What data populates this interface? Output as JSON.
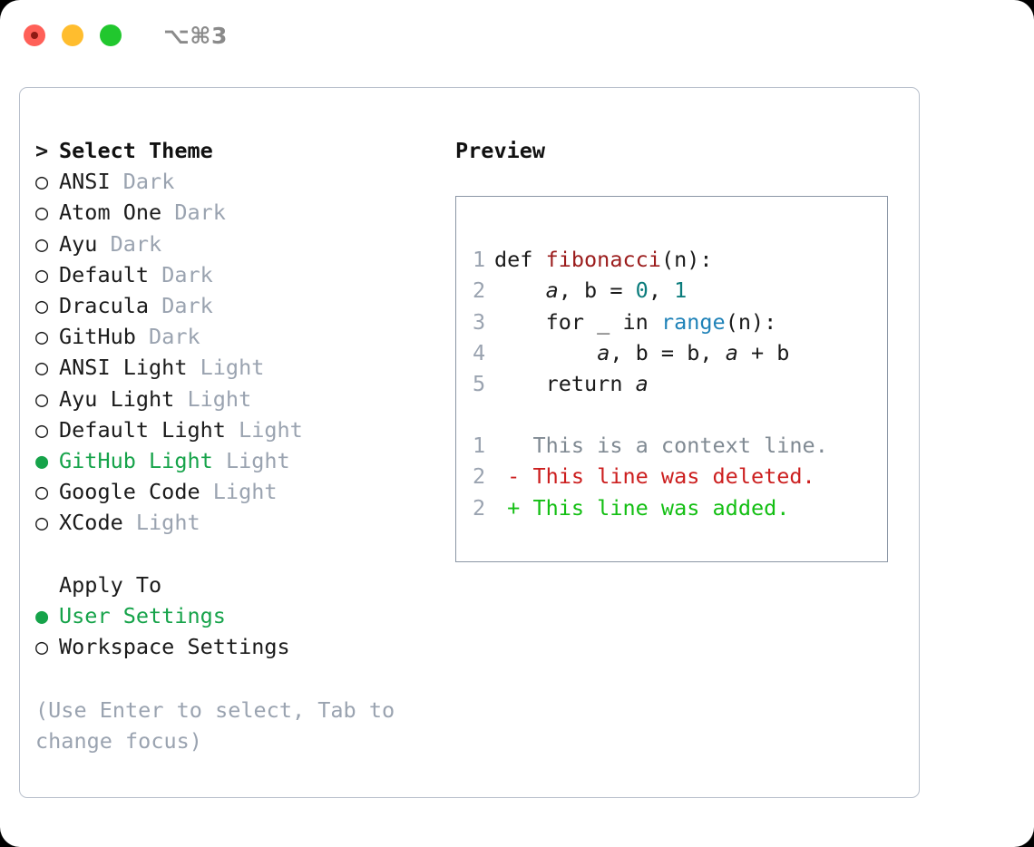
{
  "window": {
    "shortcut": "⌥⌘3",
    "traffic_lights": [
      "close",
      "minimize",
      "zoom"
    ],
    "accent_selected": "#16a34a",
    "border_color": "#b9c0cc",
    "muted_color": "#9aa3b0"
  },
  "theme_picker": {
    "heading_prefix": ">",
    "heading": "Select Theme",
    "marker_unselected": "○",
    "marker_selected": "●",
    "items": [
      {
        "name": "ANSI",
        "variant": "Dark",
        "selected": false
      },
      {
        "name": "Atom One",
        "variant": "Dark",
        "selected": false
      },
      {
        "name": "Ayu",
        "variant": "Dark",
        "selected": false
      },
      {
        "name": "Default",
        "variant": "Dark",
        "selected": false
      },
      {
        "name": "Dracula",
        "variant": "Dark",
        "selected": false
      },
      {
        "name": "GitHub",
        "variant": "Dark",
        "selected": false
      },
      {
        "name": "ANSI Light",
        "variant": "Light",
        "selected": false
      },
      {
        "name": "Ayu Light",
        "variant": "Light",
        "selected": false
      },
      {
        "name": "Default Light",
        "variant": "Light",
        "selected": false
      },
      {
        "name": "GitHub Light",
        "variant": "Light",
        "selected": true
      },
      {
        "name": "Google Code",
        "variant": "Light",
        "selected": false
      },
      {
        "name": "XCode",
        "variant": "Light",
        "selected": false
      }
    ]
  },
  "apply_to": {
    "heading": "Apply To",
    "items": [
      {
        "name": "User Settings",
        "selected": true
      },
      {
        "name": "Workspace Settings",
        "selected": false
      }
    ]
  },
  "hint": "(Use Enter to select, Tab to change focus)",
  "preview": {
    "title": "Preview",
    "code": [
      {
        "num": "1",
        "tokens": [
          {
            "t": "def ",
            "c": "plain"
          },
          {
            "t": "fibonacci",
            "c": "fn"
          },
          {
            "t": "(n):",
            "c": "plain"
          }
        ]
      },
      {
        "num": "2",
        "tokens": [
          {
            "t": "    ",
            "c": "plain"
          },
          {
            "t": "a",
            "c": "var"
          },
          {
            "t": ", ",
            "c": "plain"
          },
          {
            "t": "b",
            "c": "plain"
          },
          {
            "t": " = ",
            "c": "plain"
          },
          {
            "t": "0",
            "c": "num"
          },
          {
            "t": ", ",
            "c": "plain"
          },
          {
            "t": "1",
            "c": "num"
          }
        ]
      },
      {
        "num": "3",
        "tokens": [
          {
            "t": "    for _ in ",
            "c": "plain"
          },
          {
            "t": "range",
            "c": "built"
          },
          {
            "t": "(n):",
            "c": "plain"
          }
        ]
      },
      {
        "num": "4",
        "tokens": [
          {
            "t": "        ",
            "c": "plain"
          },
          {
            "t": "a",
            "c": "var"
          },
          {
            "t": ", b = b, ",
            "c": "plain"
          },
          {
            "t": "a",
            "c": "var"
          },
          {
            "t": " + b",
            "c": "plain"
          }
        ]
      },
      {
        "num": "5",
        "tokens": [
          {
            "t": "    return ",
            "c": "plain"
          },
          {
            "t": "a",
            "c": "var"
          }
        ]
      }
    ],
    "diff": [
      {
        "num": "1",
        "sign": " ",
        "text": "This is a context line.",
        "kind": "ctx"
      },
      {
        "num": "2",
        "sign": "-",
        "text": "This line was deleted.",
        "kind": "del"
      },
      {
        "num": "2",
        "sign": "+",
        "text": "This line was added.",
        "kind": "add"
      }
    ]
  },
  "syntax_colors": {
    "function": "#9b1c1c",
    "number": "#0b7c7c",
    "builtin": "#1f82b8",
    "line_number": "#9aa3b0",
    "diff_context": "#808a93",
    "diff_deleted": "#cc1f1f",
    "diff_added": "#13bf13"
  }
}
